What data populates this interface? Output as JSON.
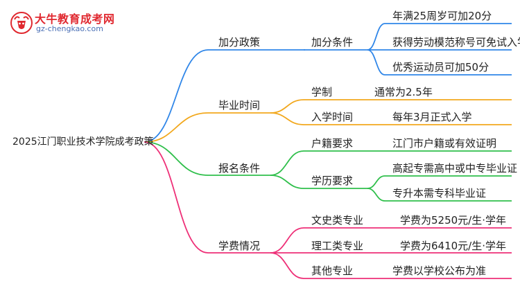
{
  "brand": {
    "name": "大牛教育成考网",
    "url": "gz-chengkao.com",
    "colors": {
      "red": "#e0282f",
      "blue": "#4a6fb5"
    }
  },
  "mindmap": {
    "root": "2025江门职业技术学院成考政策",
    "branches": [
      {
        "label": "加分政策",
        "color": "#2f86e8",
        "children": [
          {
            "label": "加分条件",
            "leaves": [
              "年满25周岁可加20分",
              "获得劳动模范称号可免试入学",
              "优秀运动员可加50分"
            ]
          }
        ]
      },
      {
        "label": "毕业时间",
        "color": "#f2a81d",
        "children": [
          {
            "label": "学制",
            "leaves": [
              "通常为2.5年"
            ]
          },
          {
            "label": "入学时间",
            "leaves": [
              "每年3月正式入学"
            ]
          }
        ]
      },
      {
        "label": "报名条件",
        "color": "#2fbf4b",
        "children": [
          {
            "label": "户籍要求",
            "leaves": [
              "江门市户籍或有效证明"
            ]
          },
          {
            "label": "学历要求",
            "leaves": [
              "高起专需高中或中专毕业证",
              "专升本需专科毕业证"
            ]
          }
        ]
      },
      {
        "label": "学费情况",
        "color": "#ee2f77",
        "children": [
          {
            "label": "文史类专业",
            "leaves": [
              "学费为5250元/生·学年"
            ]
          },
          {
            "label": "理工类专业",
            "leaves": [
              "学费为6410元/生·学年"
            ]
          },
          {
            "label": "其他专业",
            "leaves": [
              "学费以学校公布为准"
            ]
          }
        ]
      }
    ]
  }
}
